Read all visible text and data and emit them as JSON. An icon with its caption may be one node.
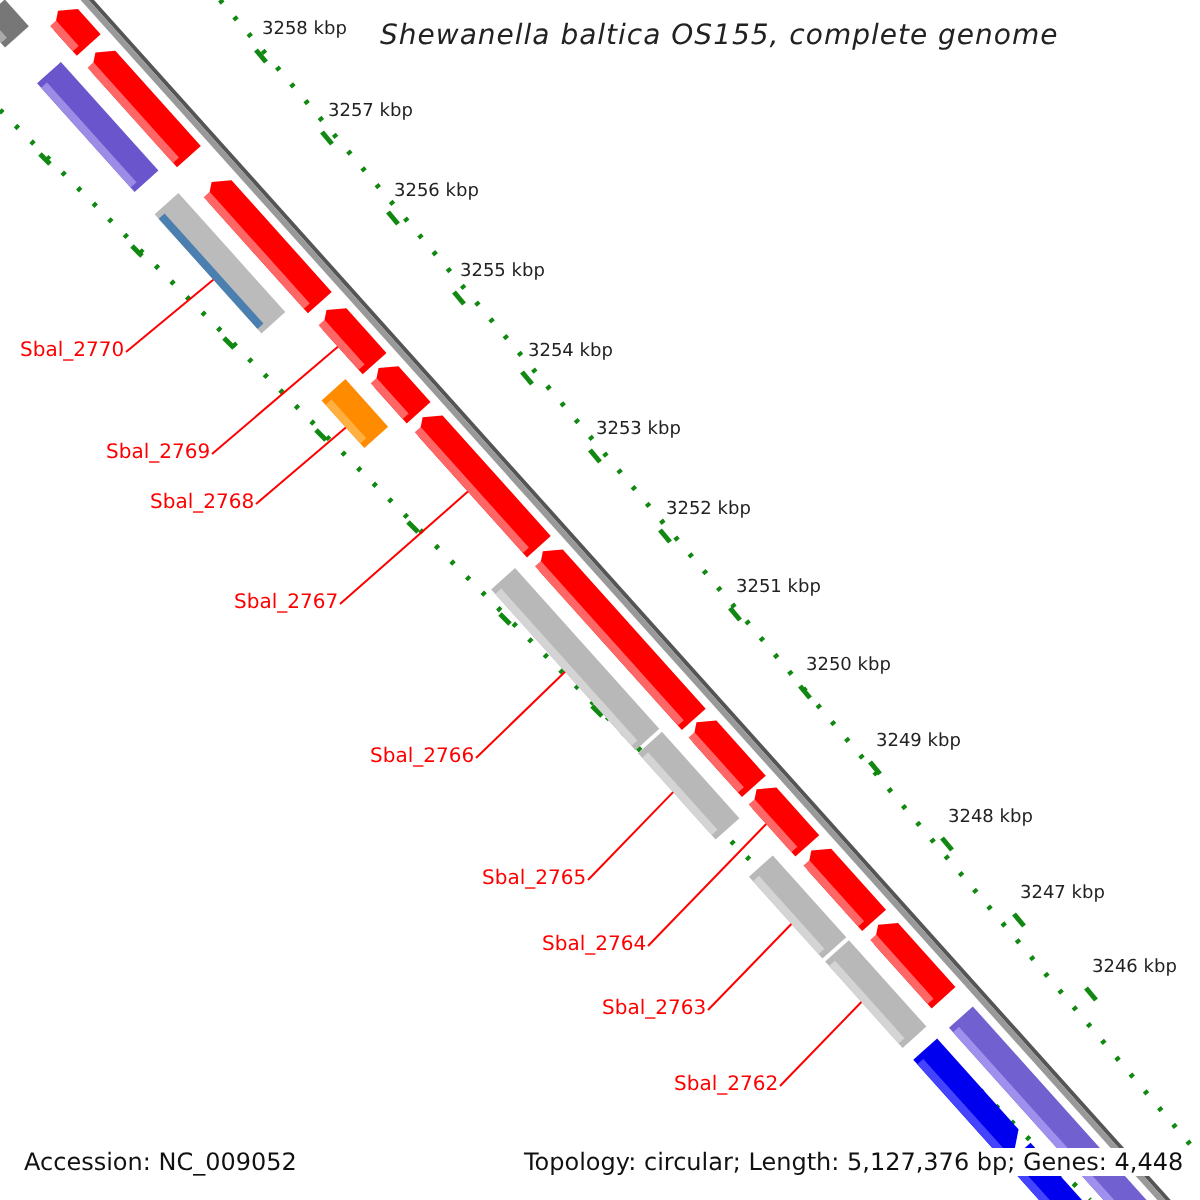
{
  "diagram": {
    "title": "Shewanella baltica OS155, complete genome",
    "nodes": [
      {
        "text": [
          "Sbal_2770"
        ]
      },
      {
        "text": [
          "Sbal_2769"
        ]
      },
      {
        "text": [
          "Sbal_2768"
        ]
      },
      {
        "text": [
          "Sbal_2767"
        ]
      },
      {
        "text": [
          "Sbal_2766"
        ]
      },
      {
        "text": [
          "Sbal_2765"
        ]
      },
      {
        "text": [
          "Sbal_2764"
        ]
      },
      {
        "text": [
          "Sbal_2763"
        ]
      },
      {
        "text": [
          "Sbal_2762"
        ]
      },
      {
        "text": [],
        "shape": "bar"
      },
      {
        "text": [],
        "shape": "box"
      },
      {
        "text": [],
        "shape": "bar"
      },
      {
        "text": [],
        "shape": "box"
      },
      {
        "text": [],
        "shape": "bar"
      },
      {
        "text": [],
        "shape": "bar"
      },
      {
        "text": [],
        "shape": "box"
      },
      {
        "text": [],
        "shape": "bar"
      },
      {
        "text": [],
        "shape": "bar"
      }
    ],
    "edges": [
      {
        "from": 0,
        "to": 9,
        "arrow": "none"
      },
      {
        "from": 1,
        "to": 10,
        "arrow": "none"
      },
      {
        "from": 2,
        "to": 11,
        "arrow": "none"
      },
      {
        "from": 3,
        "to": 12,
        "arrow": "none"
      },
      {
        "from": 4,
        "to": 13,
        "arrow": "none"
      },
      {
        "from": 5,
        "to": 14,
        "arrow": "none"
      },
      {
        "from": 6,
        "to": 15,
        "arrow": "none"
      },
      {
        "from": 7,
        "to": 16,
        "arrow": "none"
      },
      {
        "from": 8,
        "to": 17,
        "arrow": "none"
      }
    ],
    "labels": [
      "3258 kbp",
      "3257 kbp",
      "3256 kbp",
      "3255 kbp",
      "3254 kbp",
      "3253 kbp",
      "3252 kbp",
      "3251 kbp",
      "3250 kbp",
      "3249 kbp",
      "3248 kbp",
      "3247 kbp",
      "3246 kbp",
      "Accession: NC_009052",
      "Topology: circular; Length: 5,127,376 bp; Genes: 4,448"
    ]
  }
}
